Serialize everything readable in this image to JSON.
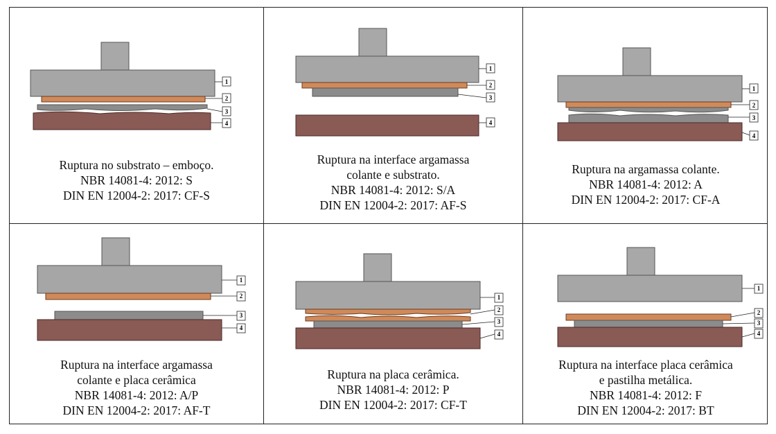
{
  "colors": {
    "metal": "#9a9a9a",
    "ceramic": "#d08a5a",
    "mortar": "#8c8c8c",
    "substrate": "#8a5a55"
  },
  "panels": [
    {
      "id": "S",
      "lines": [
        "Ruptura no substrato – emboço.",
        "NBR 14081-4: 2012: S",
        "DIN EN 12004-2: 2017:  CF-S"
      ],
      "labels": [
        "1",
        "2",
        "3",
        "4"
      ]
    },
    {
      "id": "SA",
      "lines": [
        "Ruptura na interface argamassa",
        "colante e substrato.",
        "NBR 14081-4: 2012: S/A",
        "DIN EN 12004-2: 2017:  AF-S"
      ],
      "labels": [
        "1",
        "2",
        "3",
        "4"
      ]
    },
    {
      "id": "A",
      "lines": [
        "Ruptura na argamassa colante.",
        "NBR 14081-4: 2012: A",
        "DIN EN 12004-2: 2017:  CF-A"
      ],
      "labels": [
        "1",
        "2",
        "3",
        "4"
      ]
    },
    {
      "id": "AP",
      "lines": [
        "Ruptura na interface argamassa",
        "colante e placa cerâmica",
        "NBR 14081-4: 2012: A/P",
        "DIN EN 12004-2: 2017:  AF-T"
      ],
      "labels": [
        "1",
        "2",
        "3",
        "4"
      ]
    },
    {
      "id": "P",
      "lines": [
        "Ruptura na placa cerâmica.",
        "NBR 14081-4: 2012: P",
        "DIN EN 12004-2: 2017:  CF-T"
      ],
      "labels": [
        "1",
        "2",
        "3",
        "4"
      ]
    },
    {
      "id": "F",
      "lines": [
        "Ruptura na interface placa cerâmica",
        "e pastilha metálica.",
        "NBR 14081-4: 2012: F",
        "DIN EN 12004-2: 2017:  BT"
      ],
      "labels": [
        "1",
        "2",
        "3",
        "4"
      ]
    }
  ]
}
